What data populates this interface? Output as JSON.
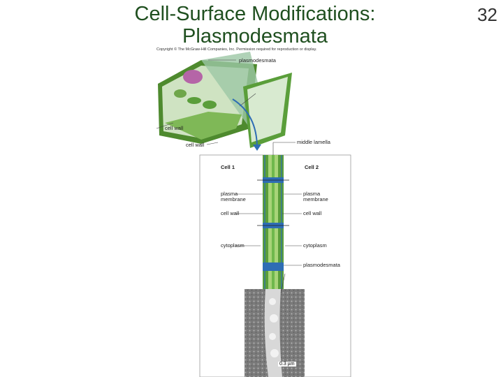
{
  "slide": {
    "title_line1": "Cell-Surface Modifications:",
    "title_line2": "Plasmodesmata",
    "number": "32"
  },
  "figure": {
    "copyright": "Copyright © The McGraw-Hill Companies, Inc. Permission required for reproduction or display.",
    "labels": {
      "plasmodesmata_top": "plasmodesmata",
      "cell_wall_1": "cell wall",
      "cell_wall_2": "cell wall",
      "middle_lamella": "middle lamella",
      "cell1": "Cell 1",
      "cell2": "Cell 2",
      "plasma_membrane_left_1": "plasma",
      "plasma_membrane_left_2": "membrane",
      "plasma_membrane_right_1": "plasma",
      "plasma_membrane_right_2": "membrane",
      "cell_wall_left": "cell wall",
      "cell_wall_right": "cell wall",
      "cytoplasm_left": "cytoplasm",
      "cytoplasm_right": "cytoplasm",
      "plasmodesmata_right": "plasmodesmata",
      "scale": "0.3 µm"
    },
    "colors": {
      "wall_green": "#5a9e3a",
      "membrane_blue": "#2e6db4",
      "cell_fill": "#c8e6b5"
    }
  }
}
